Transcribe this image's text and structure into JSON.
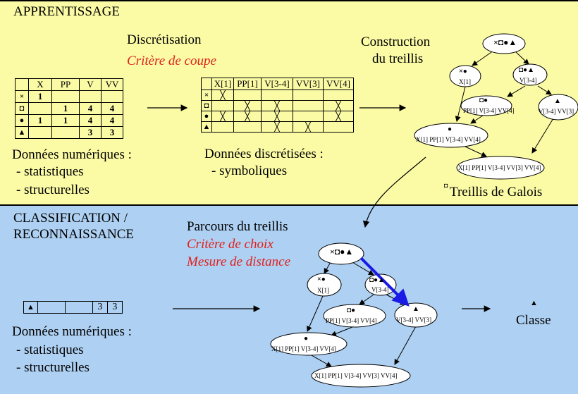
{
  "learning": {
    "title": "APPRENTISSAGE",
    "discretization": "Discrétisation",
    "cut_criterion": "Critère de coupe",
    "lattice_construction_1": "Construction",
    "lattice_construction_2": "du treillis",
    "numeric_data": "Données numériques :",
    "statistics": "- statistiques",
    "structural": "- structurelles",
    "discrete_data": "Données discrétisées :",
    "symbolic": "- symboliques",
    "galois_lattice": "Treillis de Galois",
    "table1": {
      "headers": [
        "",
        "X",
        "PP",
        "V",
        "VV"
      ],
      "rows": [
        [
          "×",
          "1",
          "",
          "",
          ""
        ],
        [
          "◘",
          "",
          "1",
          "4",
          "4"
        ],
        [
          "●",
          "1",
          "1",
          "4",
          "4"
        ],
        [
          "▲",
          "",
          "",
          "3",
          "3"
        ]
      ]
    },
    "table2": {
      "headers": [
        "",
        "X[1]",
        "PP[1]",
        "V[3-4]",
        "VV[3]",
        "VV[4]"
      ],
      "rows": [
        [
          "×",
          "X",
          "",
          "",
          "",
          ""
        ],
        [
          "◘",
          "",
          "X",
          "X",
          "",
          "X"
        ],
        [
          "●",
          "X",
          "X",
          "X",
          "",
          "X"
        ],
        [
          "▲",
          "",
          "",
          "X",
          "X",
          ""
        ]
      ]
    }
  },
  "lattice_top": {
    "n1": "×◘●▲",
    "n2a": "×●",
    "n2a_lbl": "X[1]",
    "n2b": "◘●▲",
    "n2b_lbl": "V[3-4]",
    "n3a": "◘●",
    "n3a_lbl": "PP[1] V[3-4] VV[4]",
    "n3b": "▲",
    "n3b_lbl": "V[3-4] VV[3]",
    "n4": "●",
    "n4_lbl": "X[1] PP[1] V[3-4] VV[4]",
    "n5_lbl": "X[1] PP[1] V[3-4] VV[3] VV[4]"
  },
  "classification": {
    "title_1": "CLASSIFICATION /",
    "title_2": "RECONNAISSANCE",
    "lattice_path": "Parcours du treillis",
    "choice_criterion": "Critère de choix",
    "distance": "Mesure de distance",
    "numeric_data": "Données numériques :",
    "statistics": "- statistiques",
    "structural": "- structurelles",
    "class_label": "Classe",
    "class_symbol": "▲",
    "vector": [
      "▲",
      "",
      "",
      "3",
      "3"
    ]
  },
  "lattice_bottom": {
    "n1": "×◘●▲",
    "n2a": "×●",
    "n2a_lbl": "X[1]",
    "n2b": "◘●▲",
    "n2b_lbl": "V[3-4]",
    "n3a": "◘●",
    "n3a_lbl": "PP[1] V[3-4] VV[4]",
    "n3b": "▲",
    "n3b_lbl": "V[3-4] VV[3]",
    "n4": "●",
    "n4_lbl": "X[1] PP[1] V[3-4] VV[4]",
    "n5_lbl": "X[1] PP[1] V[3-4] VV[3] VV[4]"
  },
  "colors": {
    "top_bg": "#fbfba6",
    "bottom_bg": "#aed0f2",
    "accent": "#e0201b",
    "path": "#1a1ae6"
  }
}
